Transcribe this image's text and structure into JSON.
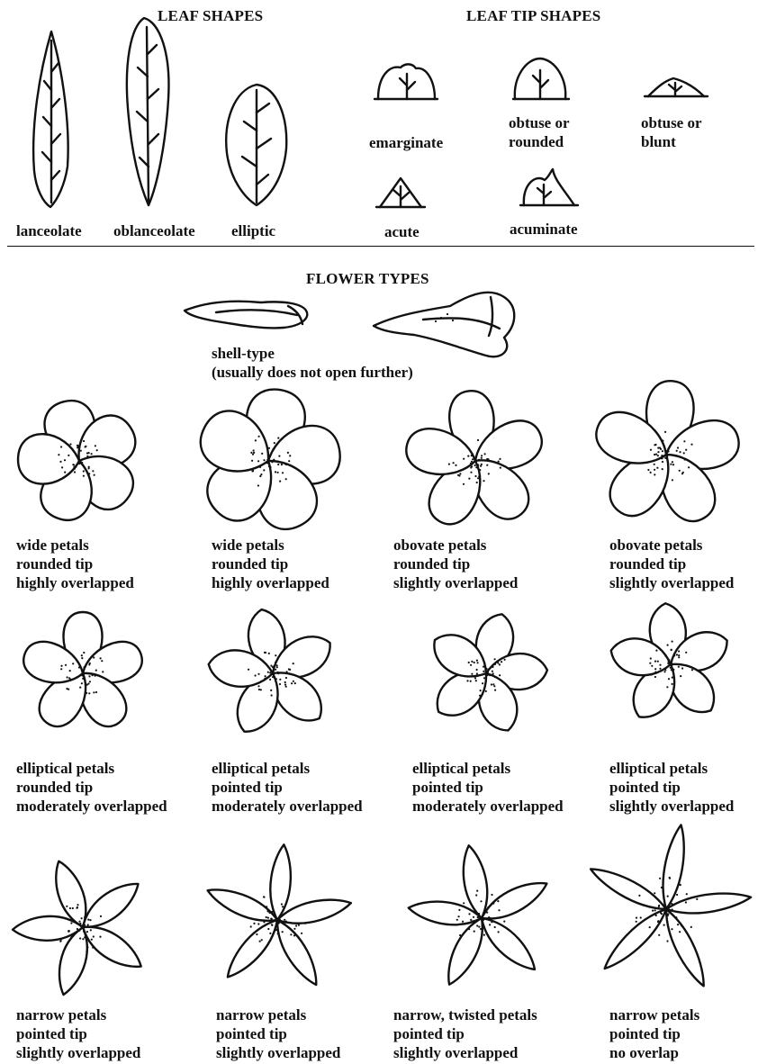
{
  "headings": {
    "leaf_shapes": "LEAF SHAPES",
    "leaf_tip_shapes": "LEAF TIP SHAPES",
    "flower_types": "FLOWER TYPES"
  },
  "leaf_shapes": [
    "lanceolate",
    "oblanceolate",
    "elliptic"
  ],
  "leaf_tips": [
    "emarginate",
    "obtuse or rounded",
    "obtuse or blunt",
    "acute",
    "acuminate"
  ],
  "leaf_tip_lines": {
    "obtuse_rounded": [
      "obtuse or",
      "rounded"
    ],
    "obtuse_blunt": [
      "obtuse or",
      "blunt"
    ]
  },
  "shell_type": {
    "line1": "shell-type",
    "line2": "(usually does not open further)"
  },
  "flowers": [
    [
      "wide petals",
      "rounded tip",
      "highly overlapped"
    ],
    [
      "wide petals",
      "rounded tip",
      "highly overlapped"
    ],
    [
      "obovate petals",
      "rounded tip",
      "slightly overlapped"
    ],
    [
      "obovate petals",
      "rounded tip",
      "slightly overlapped"
    ],
    [
      "elliptical petals",
      "rounded tip",
      "moderately overlapped"
    ],
    [
      "elliptical petals",
      "pointed tip",
      "moderately overlapped"
    ],
    [
      "elliptical petals",
      "pointed tip",
      "moderately overlapped"
    ],
    [
      "elliptical petals",
      "pointed tip",
      "slightly overlapped"
    ],
    [
      "narrow petals",
      "pointed tip",
      "slightly overlapped"
    ],
    [
      "narrow petals",
      "pointed tip",
      "slightly overlapped"
    ],
    [
      "narrow, twisted petals",
      "pointed tip",
      "slightly overlapped"
    ],
    [
      "narrow petals",
      "pointed tip",
      "no overlap"
    ]
  ]
}
